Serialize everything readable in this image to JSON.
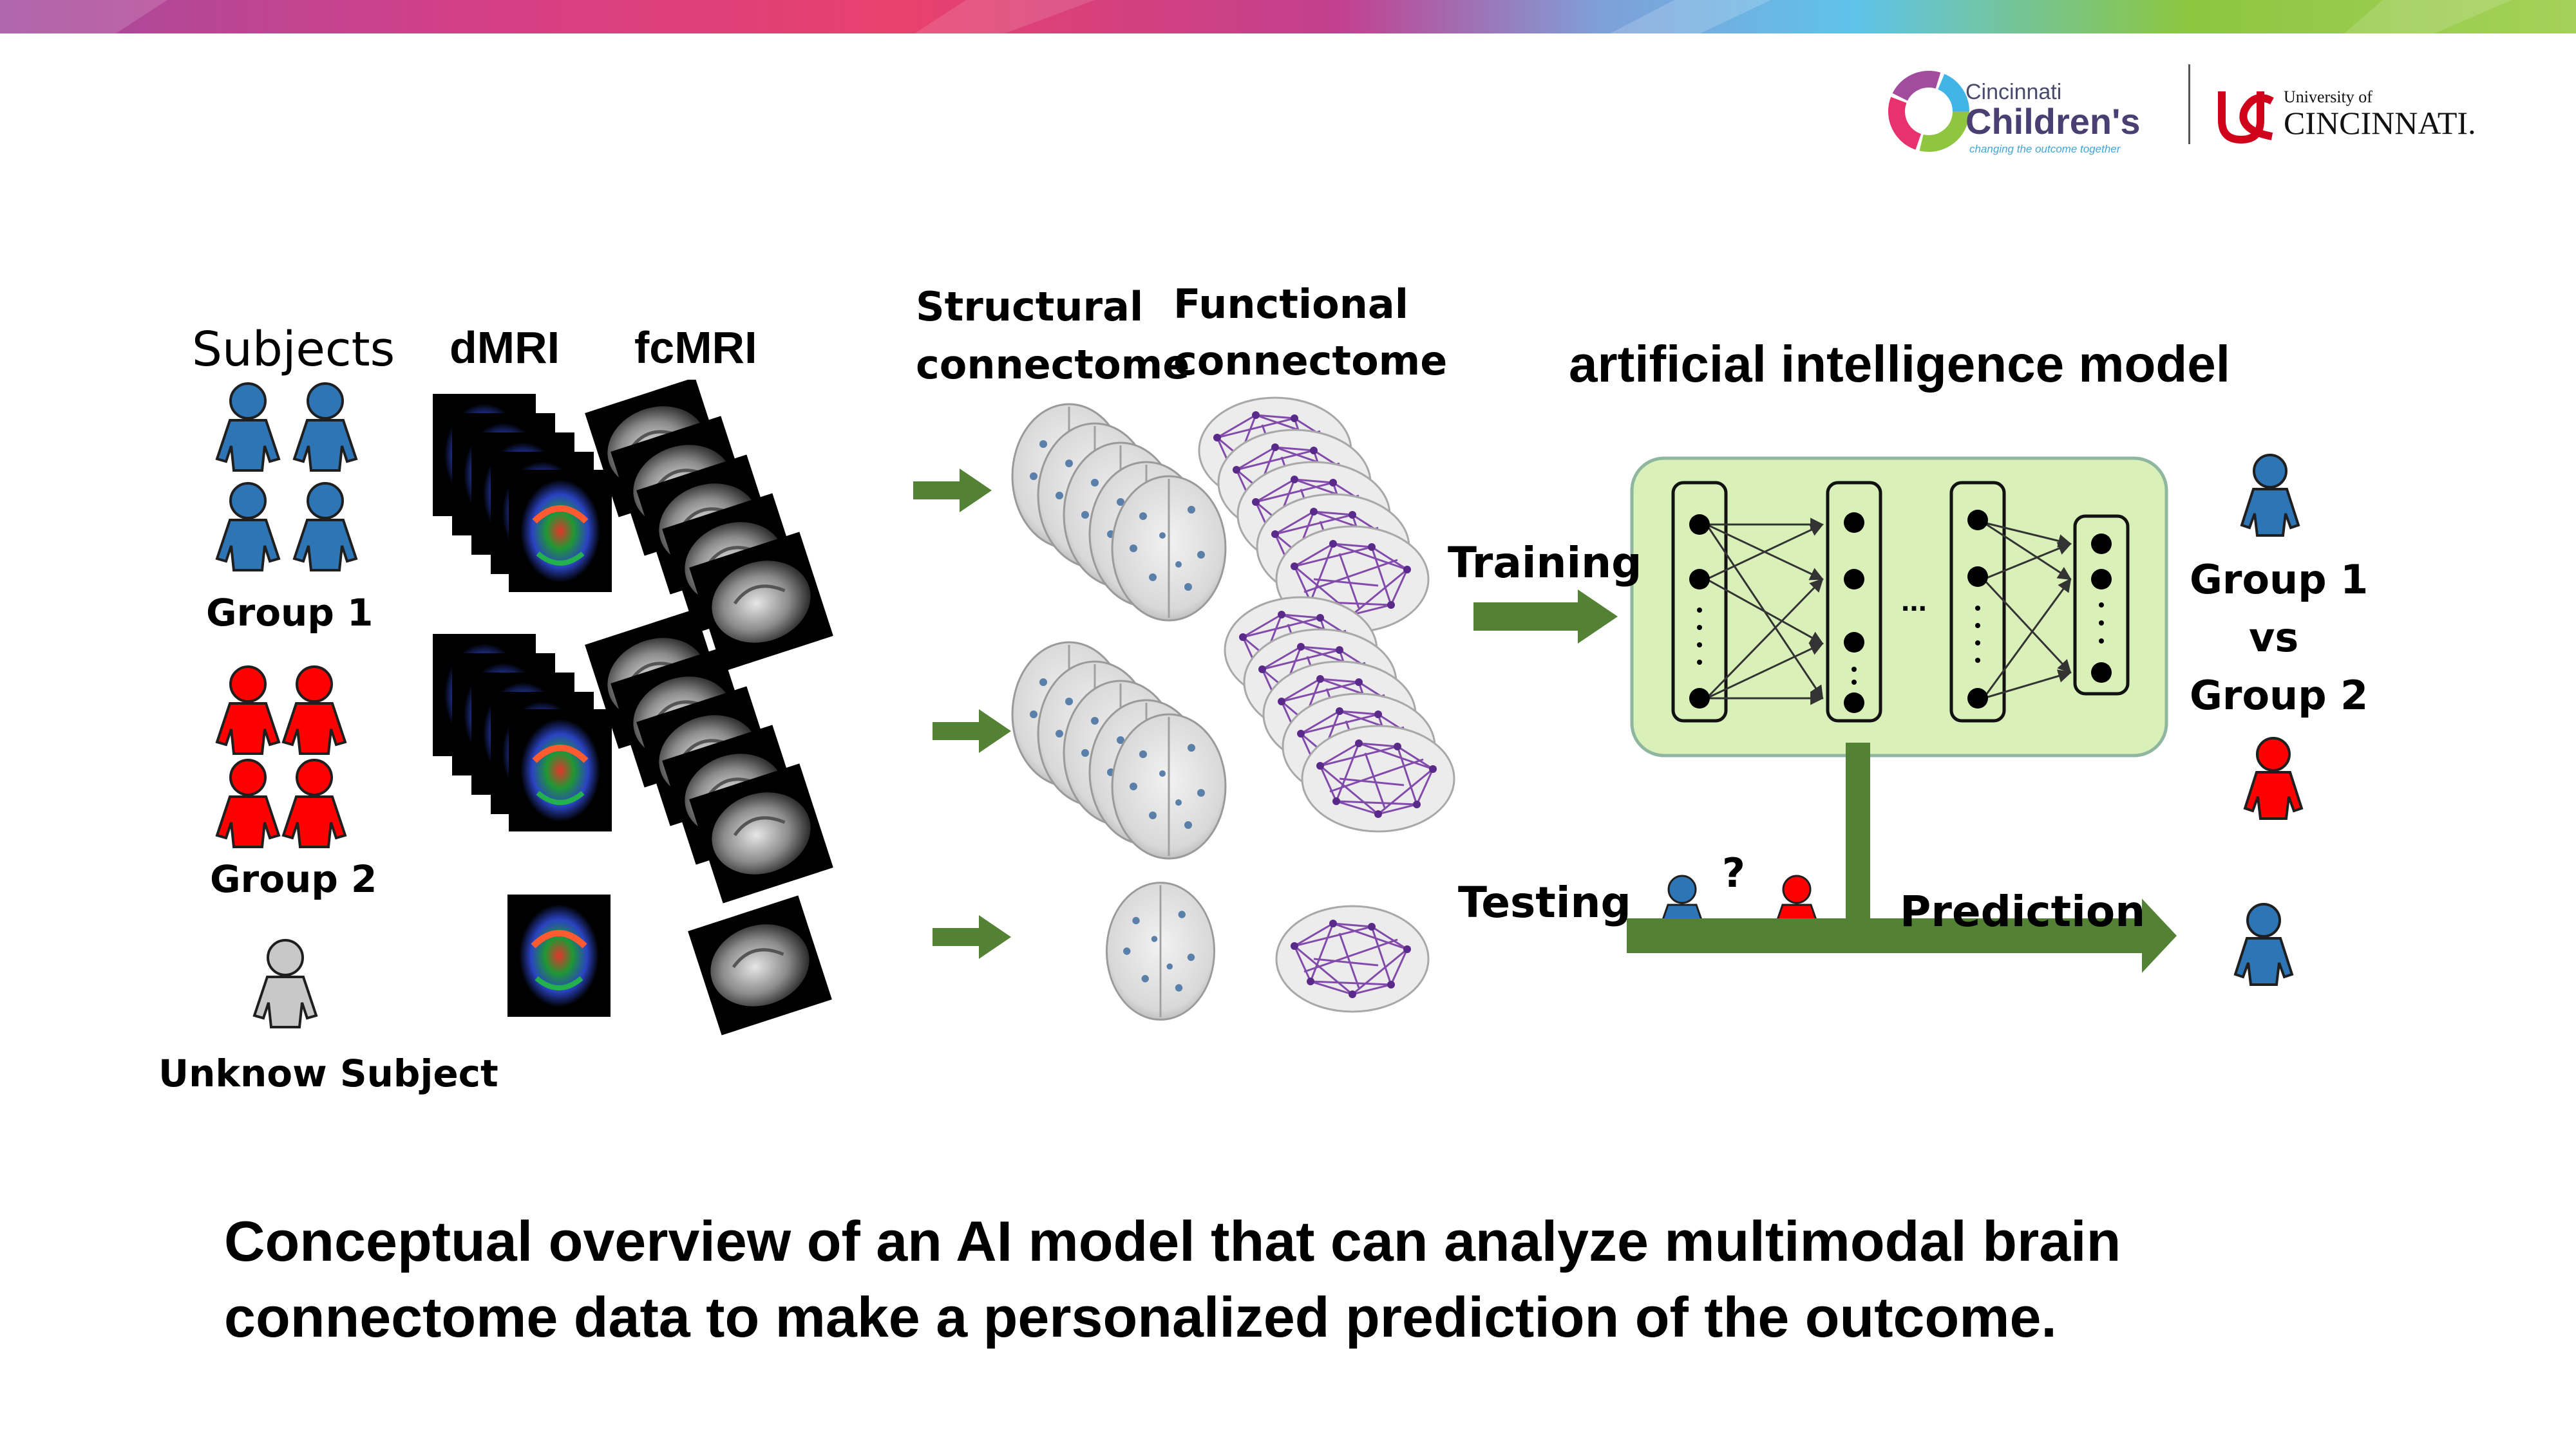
{
  "logos": {
    "cch_line1": "Cincinnati",
    "cch_line2": "Children's",
    "cch_tagline": "changing the outcome together",
    "uc_line1": "University of",
    "uc_line2": "CINCINNATI."
  },
  "labels": {
    "subjects": "Subjects",
    "dmri": "dMRI",
    "fcmri": "fcMRI",
    "group1": "Group 1",
    "group2": "Group 2",
    "unknown": "Unknow Subject",
    "structural_1": "Structural",
    "structural_2": "connectome",
    "functional_1": "Functional",
    "functional_2": "connectome",
    "ai_model": "artificial intelligence model",
    "training": "Training",
    "testing": "Testing",
    "prediction": "Prediction",
    "question": "?",
    "ellipsis": "...",
    "result_g1": "Group 1",
    "result_vs": "vs",
    "result_g2": "Group 2"
  },
  "caption": {
    "line1": "Conceptual overview of an AI model that can analyze multimodal brain",
    "line2": "connectome data to make a personalized prediction of the outcome."
  },
  "colors": {
    "group1": "#2e75b6",
    "group2": "#ff0000",
    "unknown": "#c8c8c8",
    "arrow": "#548235",
    "model_fill": "#d9f0b8",
    "model_stroke": "#8fbc8f",
    "fiber": "#7030a0"
  }
}
